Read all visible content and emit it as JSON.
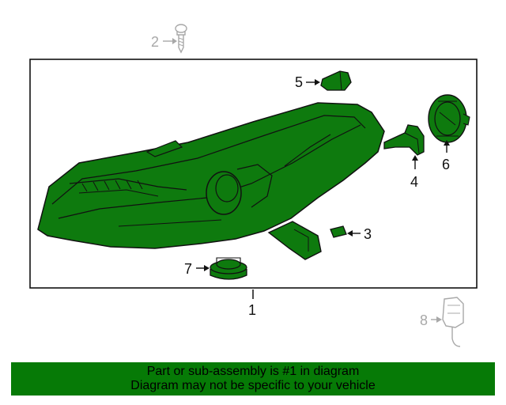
{
  "colors": {
    "part_fill": "#0e7a0e",
    "banner_bg": "#067a06",
    "line": "#111111",
    "callout_grey": "#a8a8a8"
  },
  "callouts": {
    "c1": "1",
    "c2": "2",
    "c3": "3",
    "c4": "4",
    "c5": "5",
    "c6": "6",
    "c7": "7",
    "c8": "8"
  },
  "footer": {
    "line1": "Part or sub-assembly is #1 in diagram",
    "line2": "Diagram may not be specific to your vehicle"
  }
}
